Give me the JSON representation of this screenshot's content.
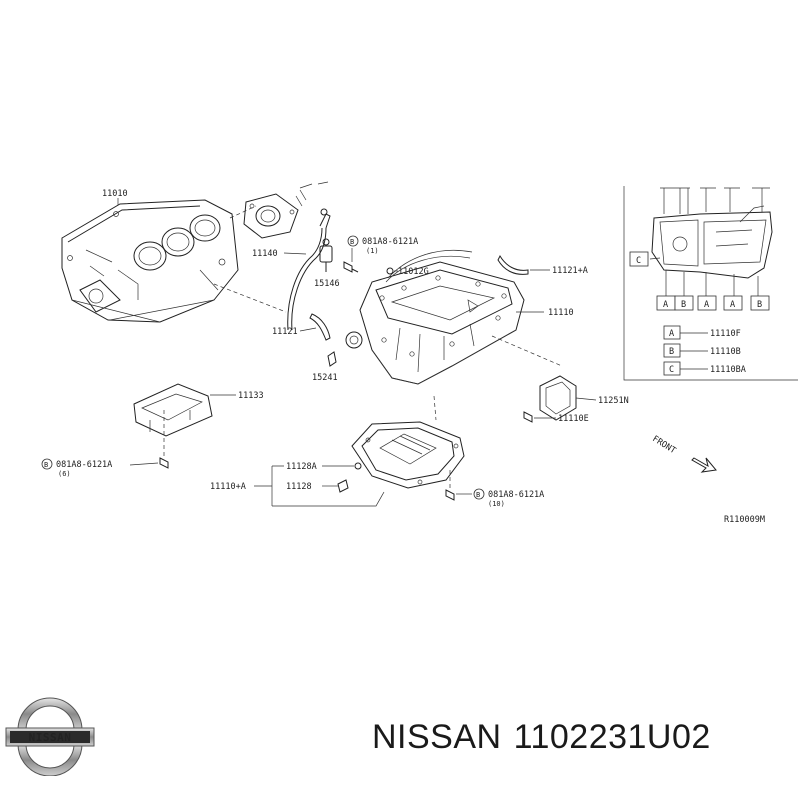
{
  "diagram": {
    "code": "R110009M",
    "direction": "FRONT",
    "callouts": {
      "c11010": "11010",
      "c11140": "11140",
      "c15146": "15146",
      "c11121": "11121",
      "c15241": "15241",
      "c11133": "11133",
      "bolt_top": "081A8-6121A",
      "bolt_top_qty": "(1)",
      "bolt_left": "081A8-6121A",
      "bolt_left_qty": "(6)",
      "bolt_bottom": "081A8-6121A",
      "bolt_bottom_qty": "(10)",
      "bolt_marker": "B",
      "c11012G": "11012G",
      "c11121A": "11121+A",
      "c11110": "11110",
      "c11251N": "11251N",
      "c11110E": "11110E",
      "c11128A": "11128A",
      "c11128": "11128",
      "c11110A": "11110+A"
    },
    "inset": {
      "markers": [
        "A",
        "B",
        "A",
        "A",
        "B"
      ],
      "side_marker": "C",
      "legend": [
        {
          "key": "A",
          "part": "11110F"
        },
        {
          "key": "B",
          "part": "11110B"
        },
        {
          "key": "C",
          "part": "11110BA"
        }
      ]
    }
  },
  "footer": {
    "brand": "NISSAN",
    "part_number": "1102231U02",
    "logo_text": "NISSAN"
  }
}
